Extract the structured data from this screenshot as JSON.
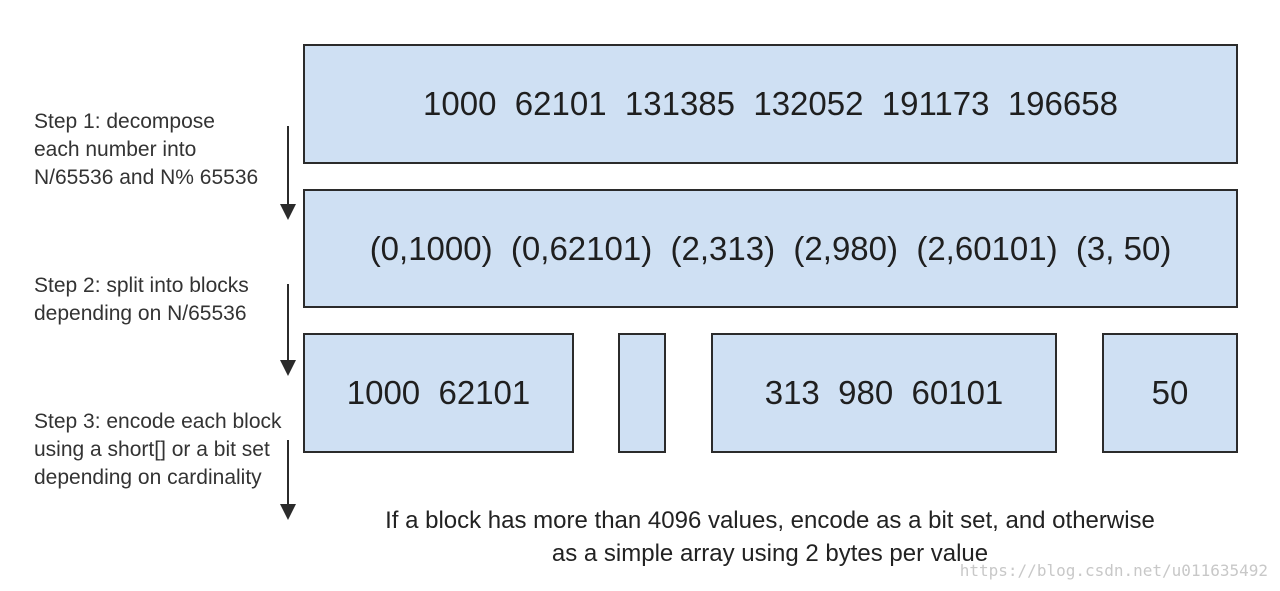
{
  "steps": [
    "Step 1: decompose each number into N/65536 and N% 65536",
    "Step 2: split into blocks depending on N/65536",
    "Step 3: encode each block using a short[] or a bit set depending on cardinality"
  ],
  "rows": {
    "numbers": "1000  62101  131385  132052  191173  196658",
    "pairs": "(0,1000)  (0,62101)  (2,313)  (2,980)  (2,60101)  (3, 50)"
  },
  "blocks": [
    "1000  62101",
    "",
    "313  980  60101",
    "50"
  ],
  "footnote": {
    "line1": "If a block has more than 4096 values, encode as a bit set, and otherwise",
    "line2": "as a simple array using 2 bytes per value"
  },
  "watermark": "https://blog.csdn.net/u011635492",
  "colors": {
    "box_fill": "#cfe0f3",
    "border": "#2b2b2b"
  }
}
